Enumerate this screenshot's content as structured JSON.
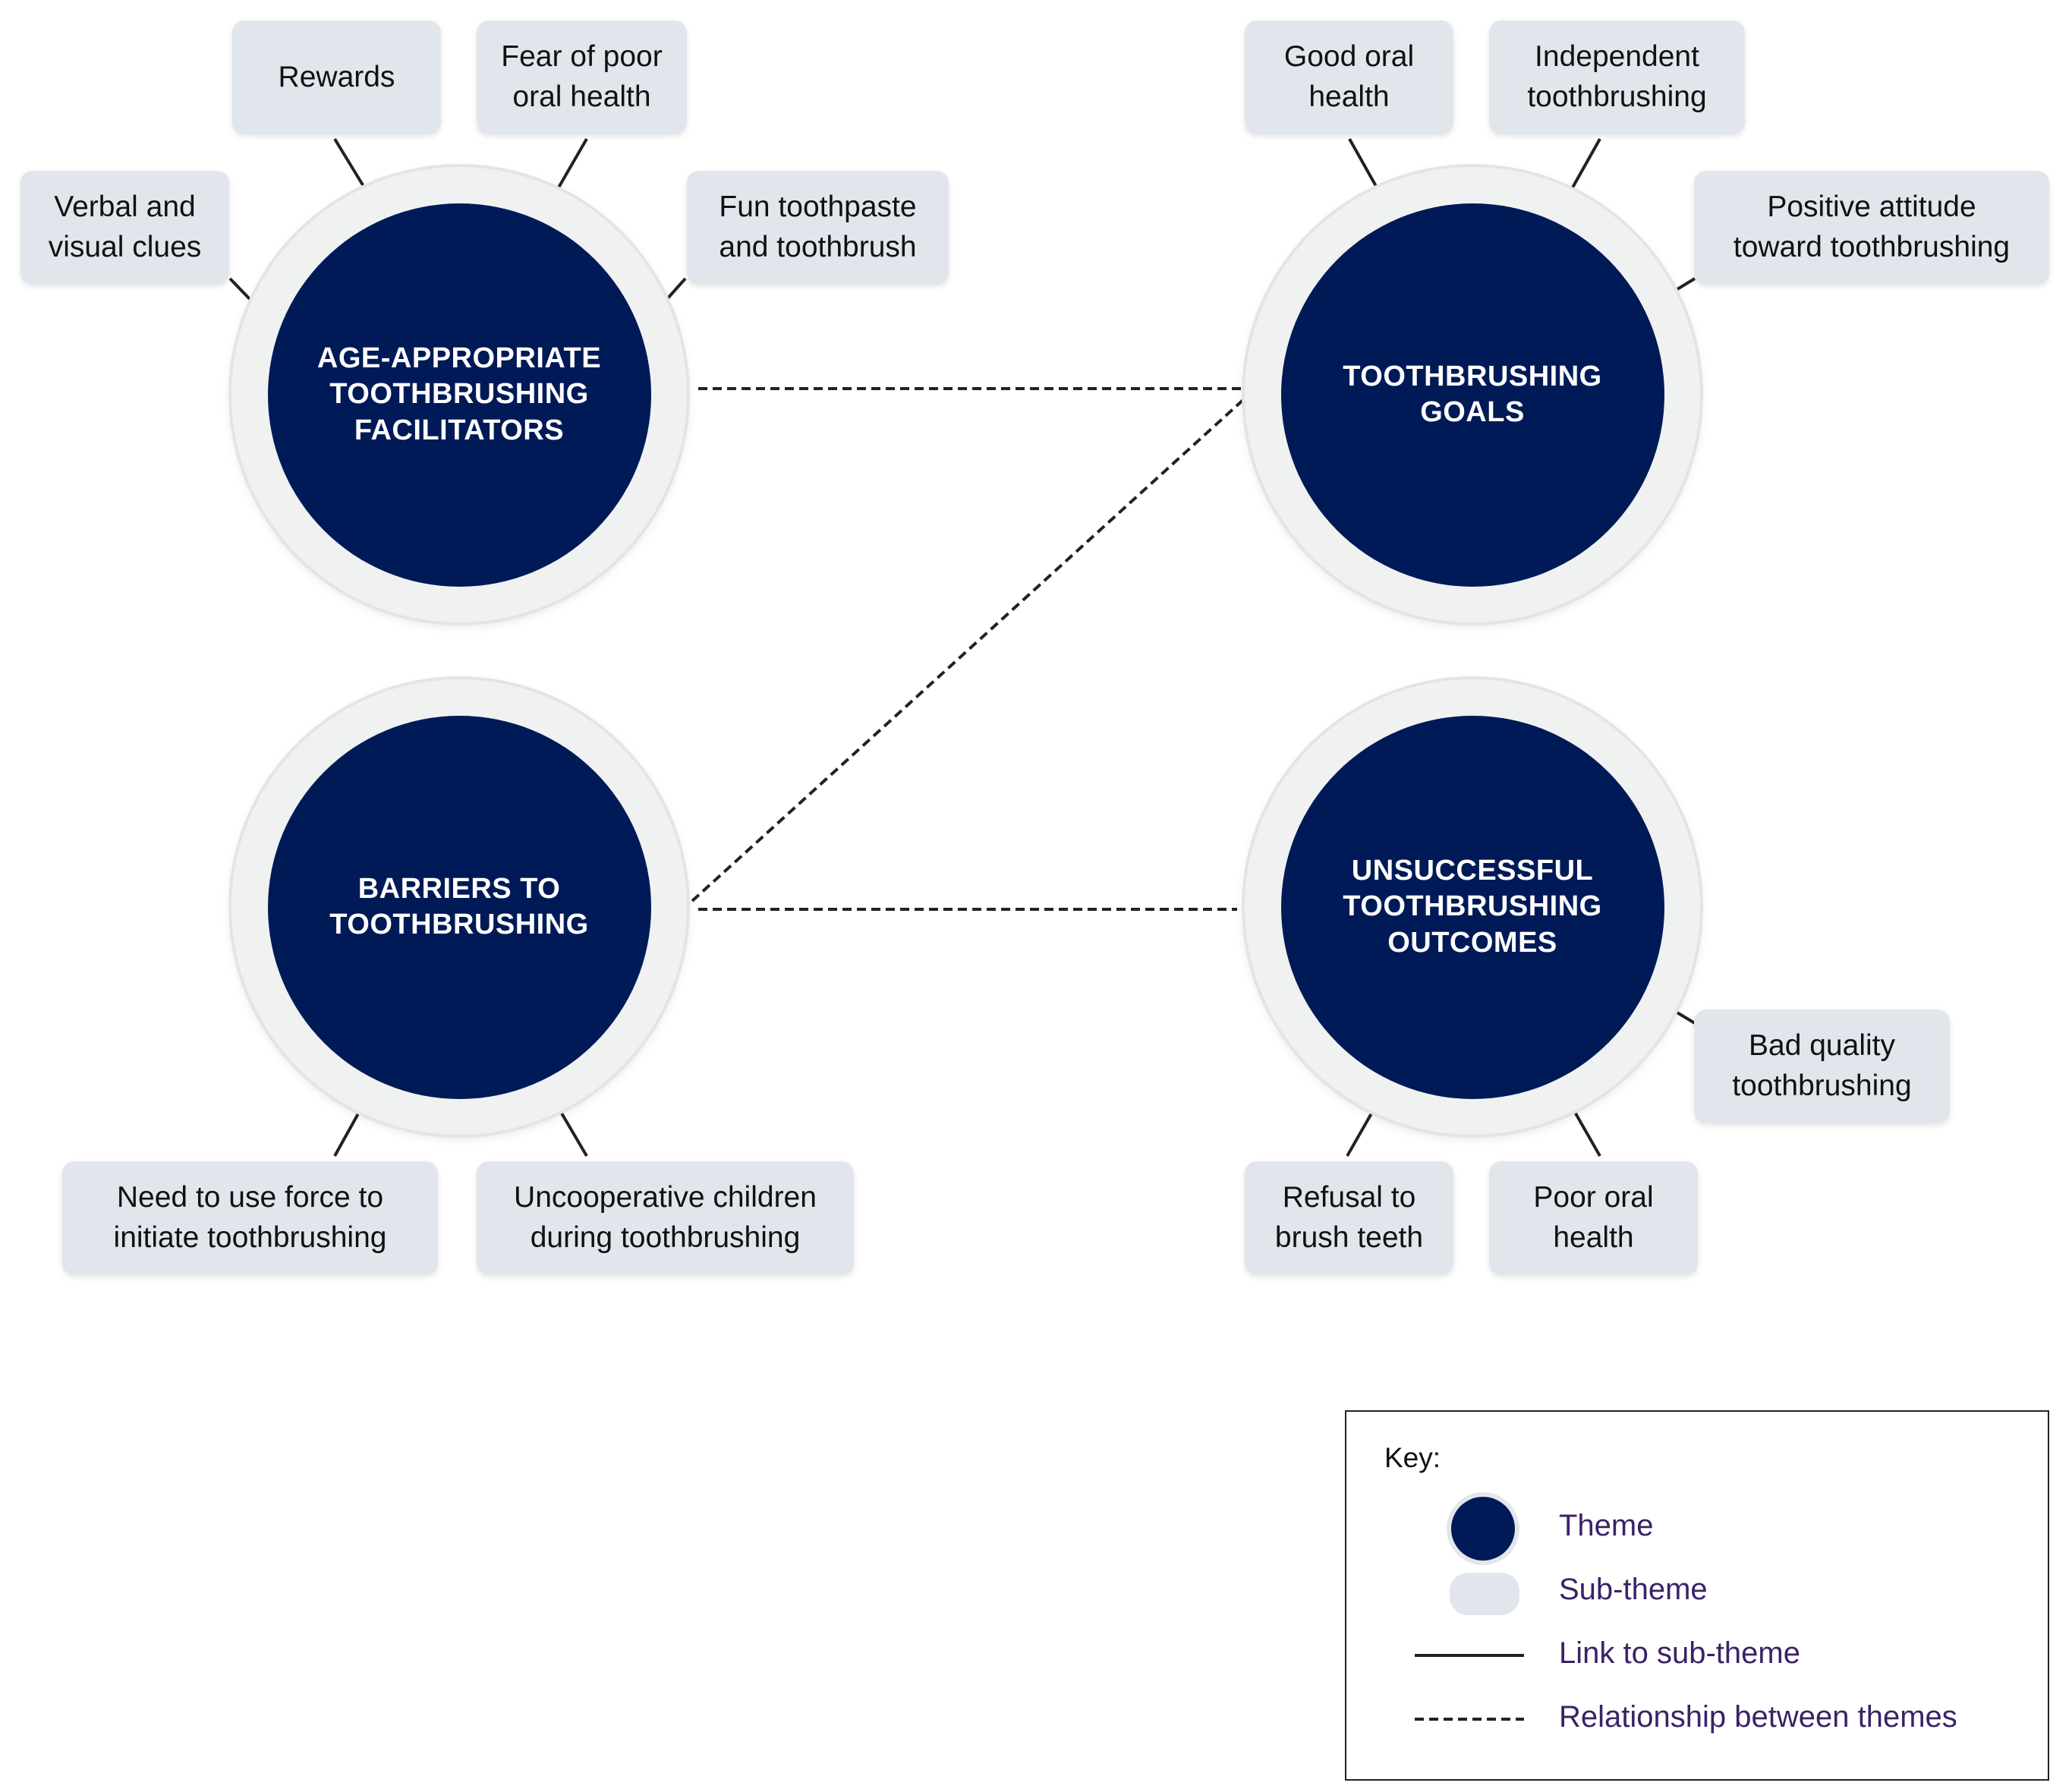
{
  "themes": [
    {
      "id": "facilitators",
      "label": "AGE-APPROPRIATE\nTOOTHBRUSHING\nFACILITATORS"
    },
    {
      "id": "goals",
      "label": "TOOTHBRUSHING\nGOALS"
    },
    {
      "id": "barriers",
      "label": "BARRIERS TO\nTOOTHBRUSHING"
    },
    {
      "id": "outcomes",
      "label": "UNSUCCESSFUL\nTOOTHBRUSHING\nOUTCOMES"
    }
  ],
  "subthemes": [
    {
      "label": "Rewards",
      "theme": "facilitators"
    },
    {
      "label": "Fear of poor\noral health",
      "theme": "facilitators"
    },
    {
      "label": "Verbal and\nvisual clues",
      "theme": "facilitators"
    },
    {
      "label": "Fun toothpaste\nand toothbrush",
      "theme": "facilitators"
    },
    {
      "label": "Good oral\nhealth",
      "theme": "goals"
    },
    {
      "label": "Independent\ntoothbrushing",
      "theme": "goals"
    },
    {
      "label": "Positive attitude\ntoward toothbrushing",
      "theme": "goals"
    },
    {
      "label": "Need to use force to\ninitiate toothbrushing",
      "theme": "barriers"
    },
    {
      "label": "Uncooperative children\nduring toothbrushing",
      "theme": "barriers"
    },
    {
      "label": "Bad quality\ntoothbrushing",
      "theme": "outcomes"
    },
    {
      "label": "Refusal to\nbrush teeth",
      "theme": "outcomes"
    },
    {
      "label": "Poor oral\nhealth",
      "theme": "outcomes"
    }
  ],
  "relationships": [
    {
      "from": "facilitators",
      "to": "goals"
    },
    {
      "from": "barriers",
      "to": "goals"
    },
    {
      "from": "barriers",
      "to": "outcomes"
    }
  ],
  "legend": {
    "title": "Key:",
    "items": [
      {
        "symbol": "theme",
        "label": "Theme"
      },
      {
        "symbol": "subtheme",
        "label": "Sub-theme"
      },
      {
        "symbol": "solid-line",
        "label": "Link to sub-theme"
      },
      {
        "symbol": "dashed-line",
        "label": "Relationship between themes"
      }
    ]
  },
  "colors": {
    "theme_fill": "#001a57",
    "theme_ring": "#f0f1f1",
    "subtheme_fill": "#e1e6ec",
    "legend_text": "#3b2266",
    "line": "#222222"
  }
}
